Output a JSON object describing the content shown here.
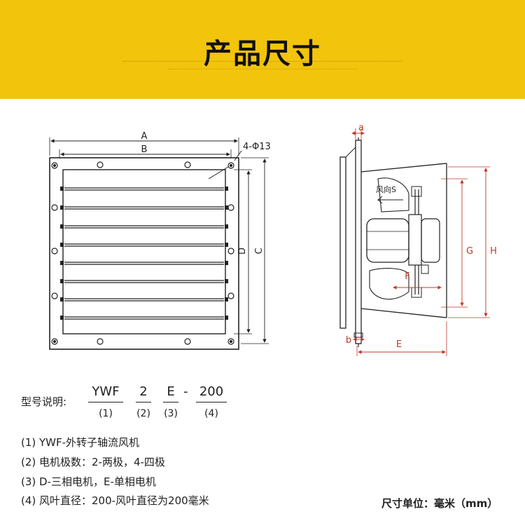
{
  "header": {
    "title": "产品尺寸"
  },
  "drawing": {
    "front_labels": {
      "A": "A",
      "B": "B",
      "C": "C",
      "D": "D",
      "holes": "4-Φ13"
    },
    "side_labels": {
      "a": "a",
      "b": "b",
      "E": "E",
      "F": "F",
      "G": "G",
      "H": "H",
      "wind": "风向S"
    }
  },
  "model": {
    "label": "型号说明:",
    "codes": [
      "YWF",
      "2",
      "E",
      "200"
    ],
    "separator": "-",
    "indices": [
      "(1)",
      "(2)",
      "(3)",
      "(4)"
    ]
  },
  "descriptions": [
    {
      "num": "(1)",
      "text": "YWF-外转子轴流风机"
    },
    {
      "num": "(2)",
      "text": "电机极数：2-两极，4-四极"
    },
    {
      "num": "(3)",
      "text": "D-三相电机，E-单相电机"
    },
    {
      "num": "(4)",
      "text": "风叶直径：200-风叶直径为200毫米"
    }
  ],
  "unit": "尺寸单位：毫米（mm）",
  "colors": {
    "header_bg": "#f2c40c",
    "dimension_red": "#c0392b"
  }
}
